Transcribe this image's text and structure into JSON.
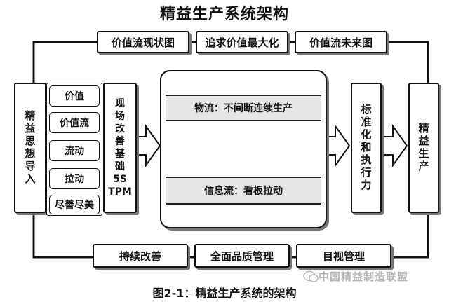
{
  "title": "精益生产系统架构",
  "top_boxes": [
    "价值流现状图",
    "追求价值最大化",
    "价值流未来图"
  ],
  "bottom_boxes": [
    "持续改善",
    "全面品质管理",
    "目视管理"
  ],
  "left_column": "精益思想导入",
  "principles": [
    "价值",
    "价值流",
    "流动",
    "拉动",
    "尽善尽美"
  ],
  "basis": {
    "chars": [
      "现",
      "场",
      "改",
      "善",
      "基",
      "础"
    ],
    "line_5s": "5S",
    "line_tpm": "TPM"
  },
  "center": {
    "material_flow": "物流：不间断连续生产",
    "info_flow": "信息流：看板拉动"
  },
  "standardize": "标准化和执行力",
  "result": "精益生产",
  "watermark": "中国精益制造联盟",
  "caption": "图2-1：精益生产系统的架构"
}
